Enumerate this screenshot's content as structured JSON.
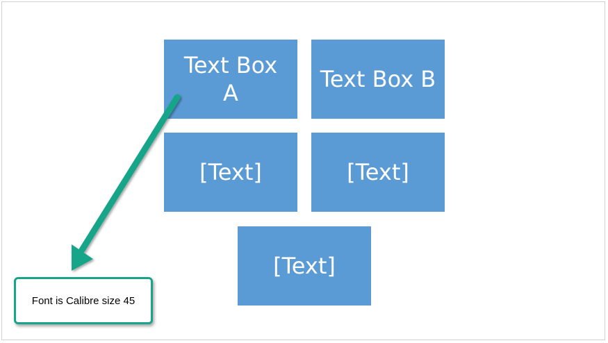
{
  "slide": {
    "boxes": [
      {
        "label": "Text Box\nA"
      },
      {
        "label": "Text Box B"
      },
      {
        "label": "[Text]"
      },
      {
        "label": "[Text]"
      },
      {
        "label": "[Text]"
      }
    ],
    "box_color": "#5b9bd5",
    "box_text_color": "#ffffff"
  },
  "callout": {
    "text": "Font is Calibre size 45",
    "border_color": "#17a589"
  },
  "arrow": {
    "color": "#17a589",
    "icon": "arrow-icon"
  }
}
